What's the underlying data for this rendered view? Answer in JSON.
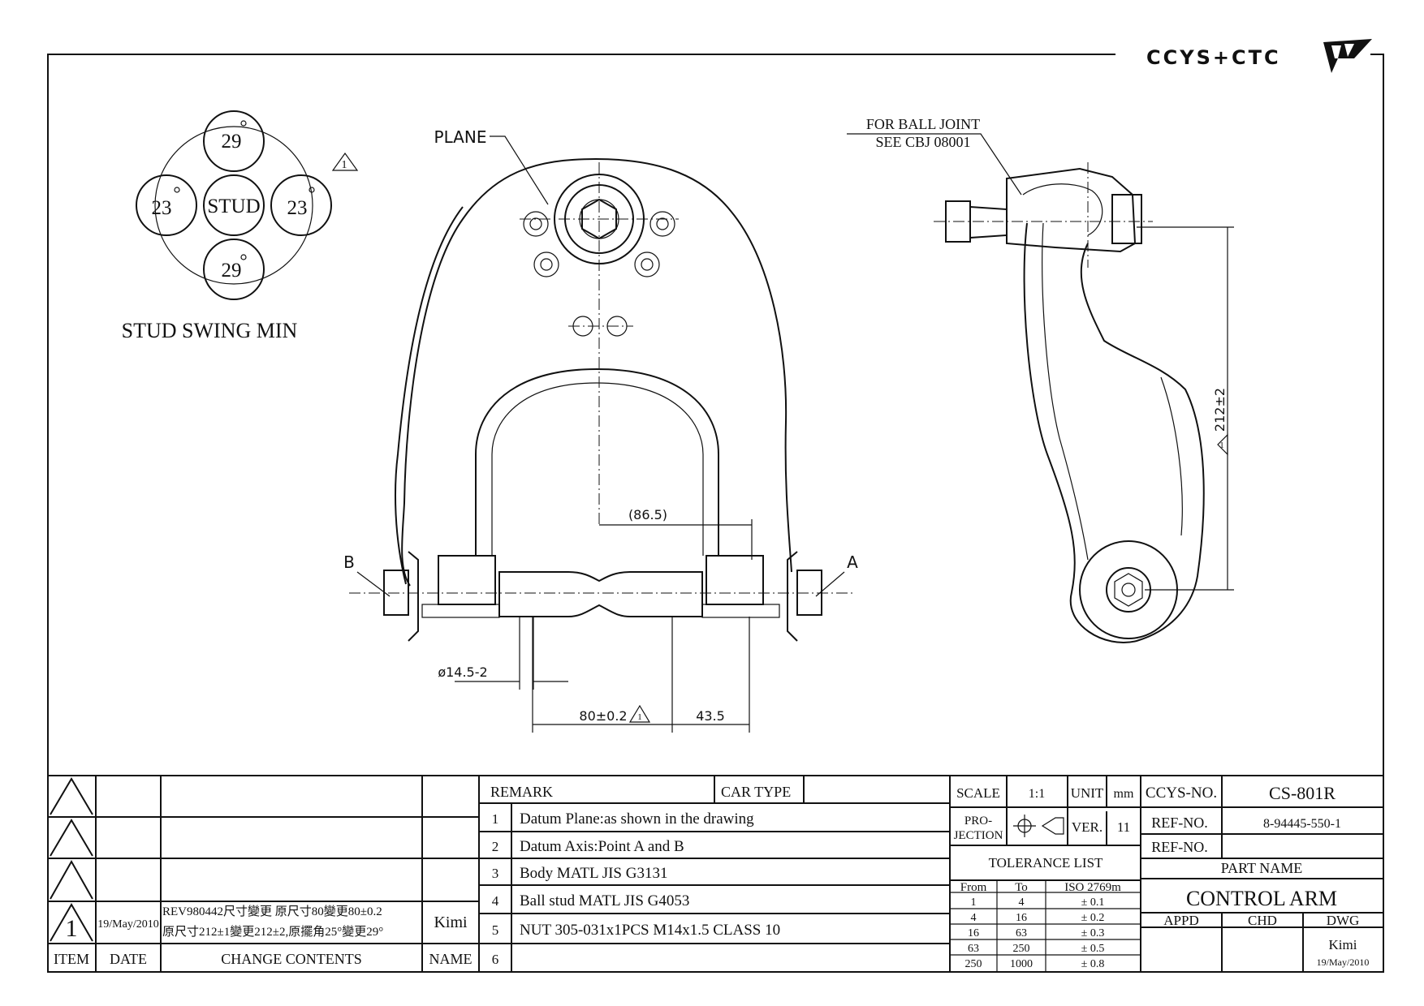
{
  "logo": {
    "text": "CCYS+CTC"
  },
  "stud_swing": {
    "title": "STUD SWING MIN",
    "center": "STUD",
    "top": "29",
    "bottom": "29",
    "left": "23",
    "right": "23",
    "rev_mark": "1"
  },
  "front_view": {
    "plane_label": "PLANE",
    "point_b": "B",
    "point_a": "A",
    "dim_offset": "(86.5)",
    "dim_dia": "ø14.5-2",
    "dim_span": "80±0.2",
    "dim_span_rev": "1",
    "dim_end": "43.5"
  },
  "side_view": {
    "ball_joint_line1": "FOR BALL JOINT",
    "ball_joint_line2": "SEE CBJ 08001",
    "dim_height": "212±2",
    "dim_height_rev": "1"
  },
  "revision_table": {
    "headers": {
      "item": "ITEM",
      "date": "DATE",
      "contents": "CHANGE CONTENTS",
      "name": "NAME"
    },
    "rev_row": {
      "item": "1",
      "date": "19/May/2010",
      "line1": "REV980442尺寸變更 原尺寸80變更80±0.2",
      "line2": "原尺寸212±1變更212±2,原擺角25°變更29°",
      "name": "Kimi"
    }
  },
  "remark_table": {
    "remark": "REMARK",
    "car_type": "CAR TYPE",
    "rows": [
      {
        "no": "1",
        "text": "Datum Plane:as shown in the drawing"
      },
      {
        "no": "2",
        "text": "Datum Axis:Point A and B"
      },
      {
        "no": "3",
        "text": "Body MATL JIS G3131"
      },
      {
        "no": "4",
        "text": "Ball stud MATL JIS G4053"
      },
      {
        "no": "5",
        "text": "NUT 305-031x1PCS M14x1.5 CLASS 10"
      },
      {
        "no": "6",
        "text": ""
      }
    ]
  },
  "title_block": {
    "scale_label": "SCALE",
    "scale": "1:1",
    "unit_label": "UNIT",
    "unit": "mm",
    "projection_label1": "PRO-",
    "projection_label2": "JECTION",
    "ver_label": "VER.",
    "ver": "11",
    "ccys_no_label": "CCYS-NO.",
    "ccys_no": "CS-801R",
    "ref_no_label": "REF-NO.",
    "ref_no": "8-94445-550-1",
    "ref_no2_label": "REF-NO.",
    "ref_no2": "",
    "part_name_label": "PART NAME",
    "part_name": "CONTROL ARM",
    "appd": "APPD",
    "chd": "CHD",
    "dwg": "DWG",
    "dwg_name": "Kimi",
    "dwg_date": "19/May/2010",
    "tolerance_title": "TOLERANCE LIST",
    "tol_headers": {
      "from": "From",
      "to": "To",
      "iso": "ISO 2769m"
    },
    "tolerances": [
      {
        "from": "1",
        "to": "4",
        "tol": "± 0.1"
      },
      {
        "from": "4",
        "to": "16",
        "tol": "± 0.2"
      },
      {
        "from": "16",
        "to": "63",
        "tol": "± 0.3"
      },
      {
        "from": "63",
        "to": "250",
        "tol": "± 0.5"
      },
      {
        "from": "250",
        "to": "1000",
        "tol": "± 0.8"
      }
    ]
  }
}
